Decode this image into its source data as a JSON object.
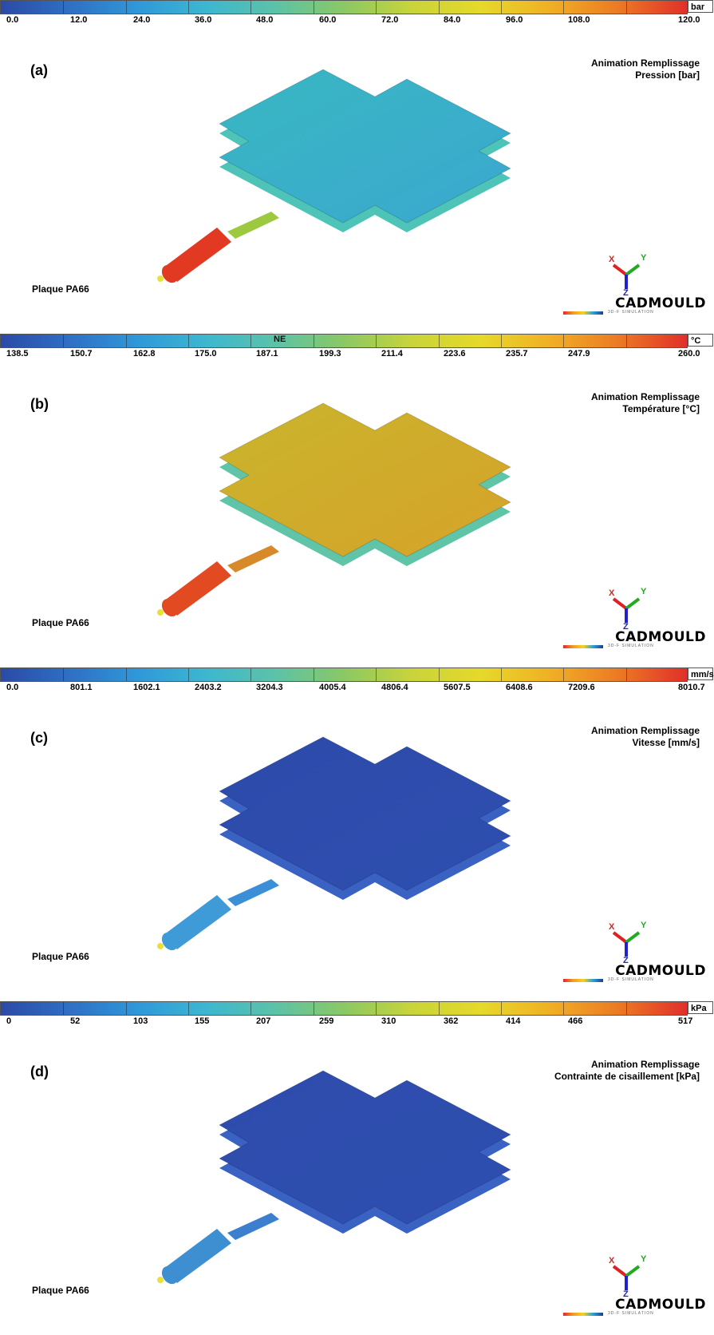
{
  "panels": [
    {
      "label": "(a)",
      "unit": "bar",
      "ticks": [
        "0.0",
        "12.0",
        "24.0",
        "36.0",
        "48.0",
        "60.0",
        "72.0",
        "84.0",
        "96.0",
        "108.0",
        "120.0"
      ],
      "title": [
        "Animation Remplissage",
        "Pression [bar]"
      ],
      "part_name": "Plaque PA66",
      "logo": "CADMOULD",
      "plate_top": "#3aa8cf",
      "plate_mid": "#39b7c2",
      "plate_side": "#4ec3b8",
      "runner": "#9cc93f",
      "sprue": "#e23a22"
    },
    {
      "label": "(b)",
      "unit": "°C",
      "ne_label": "NE",
      "ticks": [
        "138.5",
        "150.7",
        "162.8",
        "175.0",
        "187.1",
        "199.3",
        "211.4",
        "223.6",
        "235.7",
        "247.9",
        "260.0"
      ],
      "title": [
        "Animation Remplissage",
        "Température [°C]"
      ],
      "part_name": "Plaque PA66",
      "logo": "CADMOULD",
      "plate_top": "#d6a22a",
      "plate_mid": "#c9b52c",
      "plate_side": "#5fc4a8",
      "runner": "#d88a2a",
      "sprue": "#e24a22"
    },
    {
      "label": "(c)",
      "unit": "mm/s",
      "ticks": [
        "0.0",
        "801.1",
        "1602.1",
        "2403.2",
        "3204.3",
        "4005.4",
        "4806.4",
        "5607.5",
        "6408.6",
        "7209.6",
        "8010.7"
      ],
      "title": [
        "Animation Remplissage",
        "Vitesse [mm/s]"
      ],
      "part_name": "Plaque PA66",
      "logo": "CADMOULD",
      "plate_top": "#2f4fb0",
      "plate_mid": "#2c4aaa",
      "plate_side": "#3a62c2",
      "runner": "#3a8fd6",
      "sprue": "#3f9bd8"
    },
    {
      "label": "(d)",
      "unit": "kPa",
      "ticks": [
        "0",
        "52",
        "103",
        "155",
        "207",
        "259",
        "310",
        "362",
        "414",
        "466",
        "517"
      ],
      "title": [
        "Animation Remplissage",
        "Contrainte de cisaillement [kPa]"
      ],
      "part_name": "Plaque PA66",
      "logo": "CADMOULD",
      "plate_top": "#2f4fb0",
      "plate_mid": "#2d4cac",
      "plate_side": "#3a62c2",
      "runner": "#3b7fce",
      "sprue": "#3e8fd2"
    }
  ],
  "colorbar": [
    "#2b4aa6",
    "#2f6fc4",
    "#2f98d9",
    "#3db7d0",
    "#5cc2a8",
    "#8ac865",
    "#c9d43a",
    "#e6d92a",
    "#f0b025",
    "#ec7a24",
    "#e0302a"
  ],
  "axis_labels": {
    "x": "X",
    "y": "Y",
    "z": "Z"
  },
  "logo_sub": "3D-F SIMULATION"
}
